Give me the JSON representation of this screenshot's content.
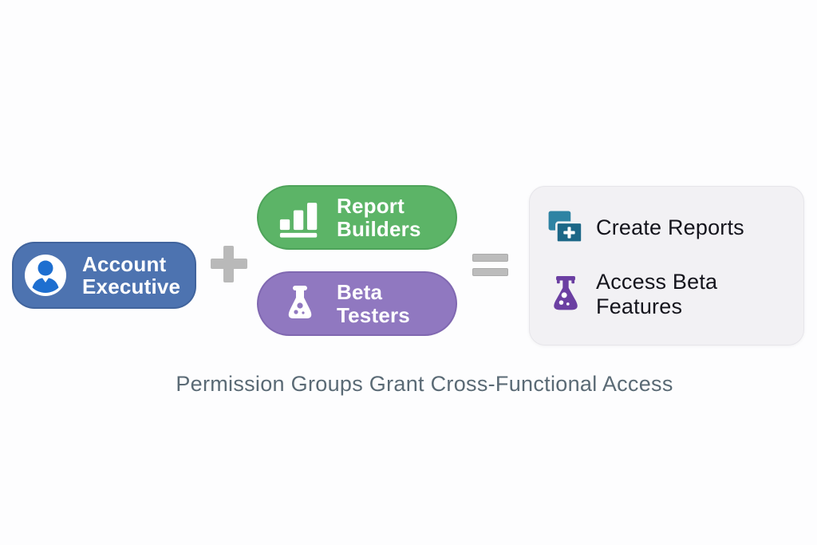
{
  "background_color": "#fdfdfe",
  "diagram": {
    "caption": "Permission Groups Grant Cross-Functional Access",
    "role": {
      "label": "Account Executive",
      "icon": "user-icon",
      "pill_color": "#4d73b0",
      "icon_color": "#1e6fd0"
    },
    "operators": {
      "plus": "+",
      "equals": "=",
      "color": "#b9b9b9"
    },
    "groups": [
      {
        "label": "Report Builders",
        "icon": "bar-chart-icon",
        "pill_color": "#5cb467",
        "icon_color": "#ffffff"
      },
      {
        "label": "Beta Testers",
        "icon": "flask-icon",
        "pill_color": "#9078c0",
        "icon_color": "#ffffff"
      }
    ],
    "result_card": {
      "background_color": "#f2f1f4",
      "permissions": [
        {
          "label": "Create Reports",
          "icon": "report-add-icon",
          "icon_color": "#1c6787"
        },
        {
          "label": "Access Beta Features",
          "icon": "flask-icon",
          "icon_color": "#6b3fa2"
        }
      ]
    }
  }
}
